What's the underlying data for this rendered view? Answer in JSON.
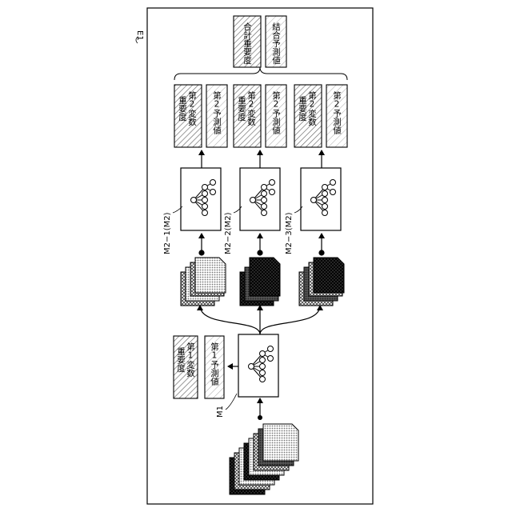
{
  "figure_label": "E1",
  "input_label": "",
  "model1": {
    "label": "M1",
    "importance": [
      "第1変数",
      "重要度"
    ],
    "prediction": "第1予測値"
  },
  "models2": [
    {
      "label": "M2−1(M2)",
      "importance": [
        "第2変数",
        "重要度"
      ],
      "prediction": "第2予測値"
    },
    {
      "label": "M2−2(M2)",
      "importance": [
        "第2変数",
        "重要度"
      ],
      "prediction": "第2予測値"
    },
    {
      "label": "M2−3(M2)",
      "importance": [
        "第2変数",
        "重要度"
      ],
      "prediction": "第2予測値"
    }
  ],
  "output": {
    "total_importance": "合計重要度",
    "combined_prediction": "結合予測値"
  }
}
